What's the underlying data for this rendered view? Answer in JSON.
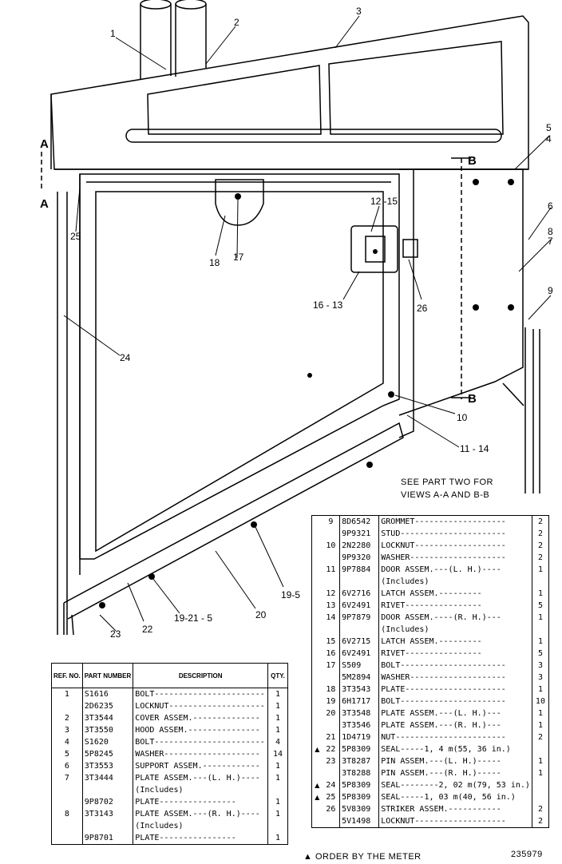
{
  "callouts": {
    "c1": "1",
    "c2": "2",
    "c3": "3",
    "c4": "4",
    "c5": "5",
    "c6": "6",
    "c7": "7",
    "c8": "8",
    "c9": "9",
    "c10": "10",
    "c11_14": "11 - 14",
    "c12_15": "12 -15",
    "c16_13": "16 - 13",
    "c17": "17",
    "c18": "18",
    "c19_5": "19-5",
    "c19_21_5": "19-21 - 5",
    "c20": "20",
    "c22": "22",
    "c23": "23",
    "c24": "24",
    "c25": "25",
    "c26": "26"
  },
  "section_marks": {
    "a_top": "A",
    "a_bottom": "A",
    "b_top": "B",
    "b_bottom": "B"
  },
  "note": {
    "line1": "SEE PART TWO FOR",
    "line2": "VIEWS A-A AND B-B"
  },
  "table1": {
    "headers": {
      "ref": "REF. NO.",
      "part": "PART NUMBER",
      "desc": "DESCRIPTION",
      "qty": "QTY."
    },
    "rows": [
      {
        "ref": "1",
        "part": "S1616",
        "desc": "BOLT-----------------------",
        "qty": "1"
      },
      {
        "ref": "",
        "part": "2D6235",
        "desc": "LOCKNUT--------------------",
        "qty": "1"
      },
      {
        "ref": "2",
        "part": "3T3544",
        "desc": "COVER ASSEM.--------------",
        "qty": "1"
      },
      {
        "ref": "3",
        "part": "3T3550",
        "desc": "HOOD ASSEM.---------------",
        "qty": "1"
      },
      {
        "ref": "4",
        "part": "S1620",
        "desc": "BOLT-----------------------",
        "qty": "4"
      },
      {
        "ref": "5",
        "part": "5P8245",
        "desc": "WASHER--------------------",
        "qty": "14"
      },
      {
        "ref": "6",
        "part": "3T3553",
        "desc": "SUPPORT ASSEM.------------",
        "qty": "1"
      },
      {
        "ref": "7",
        "part": "3T3444",
        "desc": "PLATE ASSEM.---(L. H.)----",
        "qty": "1"
      },
      {
        "ref": "",
        "part": "",
        "desc": "      (Includes)",
        "qty": ""
      },
      {
        "ref": "",
        "part": "9P8702",
        "desc": "      PLATE----------------",
        "qty": "1"
      },
      {
        "ref": "8",
        "part": "3T3143",
        "desc": "PLATE ASSEM.---(R. H.)----",
        "qty": "1"
      },
      {
        "ref": "",
        "part": "",
        "desc": "      (Includes)",
        "qty": ""
      },
      {
        "ref": "",
        "part": "9P8701",
        "desc": "      PLATE----------------",
        "qty": "1"
      }
    ]
  },
  "table2": {
    "rows": [
      {
        "mark": "",
        "ref": "9",
        "part": "8D6542",
        "desc": "GROMMET-------------------",
        "qty": "2"
      },
      {
        "mark": "",
        "ref": "",
        "part": "9P9321",
        "desc": "STUD----------------------",
        "qty": "2"
      },
      {
        "mark": "",
        "ref": "10",
        "part": "2N2280",
        "desc": "LOCKNUT-------------------",
        "qty": "2"
      },
      {
        "mark": "",
        "ref": "",
        "part": "9P9320",
        "desc": "WASHER--------------------",
        "qty": "2"
      },
      {
        "mark": "",
        "ref": "11",
        "part": "9P7884",
        "desc": "DOOR ASSEM.---(L. H.)----",
        "qty": "1"
      },
      {
        "mark": "",
        "ref": "",
        "part": "",
        "desc": "     (Includes)",
        "qty": ""
      },
      {
        "mark": "",
        "ref": "12",
        "part": "6V2716",
        "desc": "     LATCH ASSEM.---------",
        "qty": "1"
      },
      {
        "mark": "",
        "ref": "13",
        "part": "6V2491",
        "desc": "     RIVET----------------",
        "qty": "5"
      },
      {
        "mark": "",
        "ref": "14",
        "part": "9P7879",
        "desc": "DOOR ASSEM.----(R. H.)---",
        "qty": "1"
      },
      {
        "mark": "",
        "ref": "",
        "part": "",
        "desc": "     (Includes)",
        "qty": ""
      },
      {
        "mark": "",
        "ref": "15",
        "part": "6V2715",
        "desc": "     LATCH ASSEM.---------",
        "qty": "1"
      },
      {
        "mark": "",
        "ref": "16",
        "part": "6V2491",
        "desc": "     RIVET----------------",
        "qty": "5"
      },
      {
        "mark": "",
        "ref": "17",
        "part": "S509",
        "desc": "BOLT----------------------",
        "qty": "3"
      },
      {
        "mark": "",
        "ref": "",
        "part": "5M2894",
        "desc": "WASHER--------------------",
        "qty": "3"
      },
      {
        "mark": "",
        "ref": "18",
        "part": "3T3543",
        "desc": "PLATE---------------------",
        "qty": "1"
      },
      {
        "mark": "",
        "ref": "19",
        "part": "6H1717",
        "desc": "BOLT----------------------",
        "qty": "10"
      },
      {
        "mark": "",
        "ref": "20",
        "part": "3T3548",
        "desc": "PLATE ASSEM.---(L. H.)---",
        "qty": "1"
      },
      {
        "mark": "",
        "ref": "",
        "part": "3T3546",
        "desc": "PLATE ASSEM.---(R. H.)---",
        "qty": "1"
      },
      {
        "mark": "",
        "ref": "21",
        "part": "1D4719",
        "desc": "NUT-----------------------",
        "qty": "2"
      },
      {
        "mark": "▲",
        "ref": "22",
        "part": "5P8309",
        "desc": "SEAL-----1, 4 m(55, 36 in.)",
        "qty": ""
      },
      {
        "mark": "",
        "ref": "23",
        "part": "3T8287",
        "desc": "PIN ASSEM.---(L. H.)-----",
        "qty": "1"
      },
      {
        "mark": "",
        "ref": "",
        "part": "3T8288",
        "desc": "PIN ASSEM.---(R. H.)-----",
        "qty": "1"
      },
      {
        "mark": "▲",
        "ref": "24",
        "part": "5P8309",
        "desc": "SEAL--------2, 02 m(79, 53 in.)",
        "qty": ""
      },
      {
        "mark": "▲",
        "ref": "25",
        "part": "5P8309",
        "desc": "SEAL-----1, 03 m(40, 56 in.)",
        "qty": ""
      },
      {
        "mark": "",
        "ref": "26",
        "part": "5V8309",
        "desc": "STRIKER ASSEM.-----------",
        "qty": "2"
      },
      {
        "mark": "",
        "ref": "",
        "part": "5V1498",
        "desc": "LOCKNUT-------------------",
        "qty": "2"
      }
    ]
  },
  "footer": {
    "legend": "▲ ORDER BY THE METER",
    "code": "235979"
  }
}
